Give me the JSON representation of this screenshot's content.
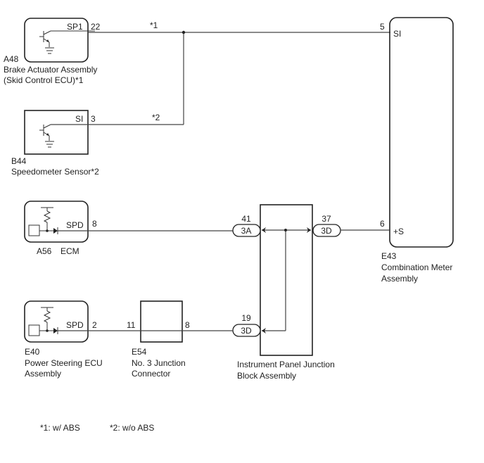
{
  "diagram": {
    "components": {
      "a48": {
        "code": "A48",
        "name_line1": "Brake Actuator Assembly",
        "name_line2": "(Skid Control ECU)*1",
        "pin_name": "SP1",
        "pin_number": "22"
      },
      "b44": {
        "code": "B44",
        "name_line1": "Speedometer Sensor*2",
        "pin_name": "SI",
        "pin_number": "3"
      },
      "a56": {
        "code": "A56",
        "name_line1": "ECM",
        "pin_name": "SPD",
        "pin_number": "8"
      },
      "e40": {
        "code": "E40",
        "name_line1": "Power Steering ECU",
        "name_line2": "Assembly",
        "pin_name": "SPD",
        "pin_number": "2"
      },
      "e54": {
        "code": "E54",
        "name_line1": "No. 3 Junction",
        "name_line2": "Connector",
        "pin_in": "11",
        "pin_out": "8"
      },
      "junction_block": {
        "name_line1": "Instrument Panel Junction",
        "name_line2": "Block Assembly",
        "connectors": [
          {
            "id": "3A",
            "pin": "41"
          },
          {
            "id": "3D",
            "pin": "37"
          },
          {
            "id": "3D",
            "pin": "19"
          }
        ]
      },
      "e43": {
        "code": "E43",
        "name_line1": "Combination Meter",
        "name_line2": "Assembly",
        "pin1_name": "SI",
        "pin1_number": "5",
        "pin2_name": "+S",
        "pin2_number": "6"
      }
    },
    "wire_notes": {
      "w1": "*1",
      "w2": "*2"
    },
    "footnotes": [
      "*1: w/ ABS",
      "*2: w/o ABS"
    ]
  }
}
